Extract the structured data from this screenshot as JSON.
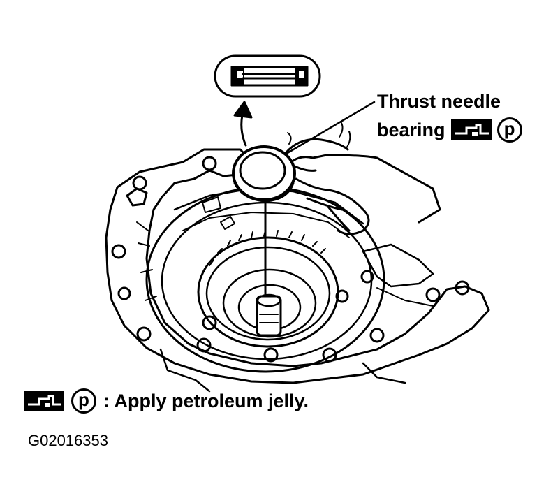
{
  "callout": {
    "line1": "Thrust needle",
    "line2": "bearing",
    "symbol_letter": "p"
  },
  "legend": {
    "symbol_letter": "p",
    "text": ": Apply petroleum jelly."
  },
  "figure_id": "G02016353",
  "icons": {
    "grease_gun": "grease-gun-icon",
    "petroleum": "petroleum-jelly-circle-p-icon"
  },
  "colors": {
    "ink": "#000000",
    "paper": "#ffffff"
  }
}
